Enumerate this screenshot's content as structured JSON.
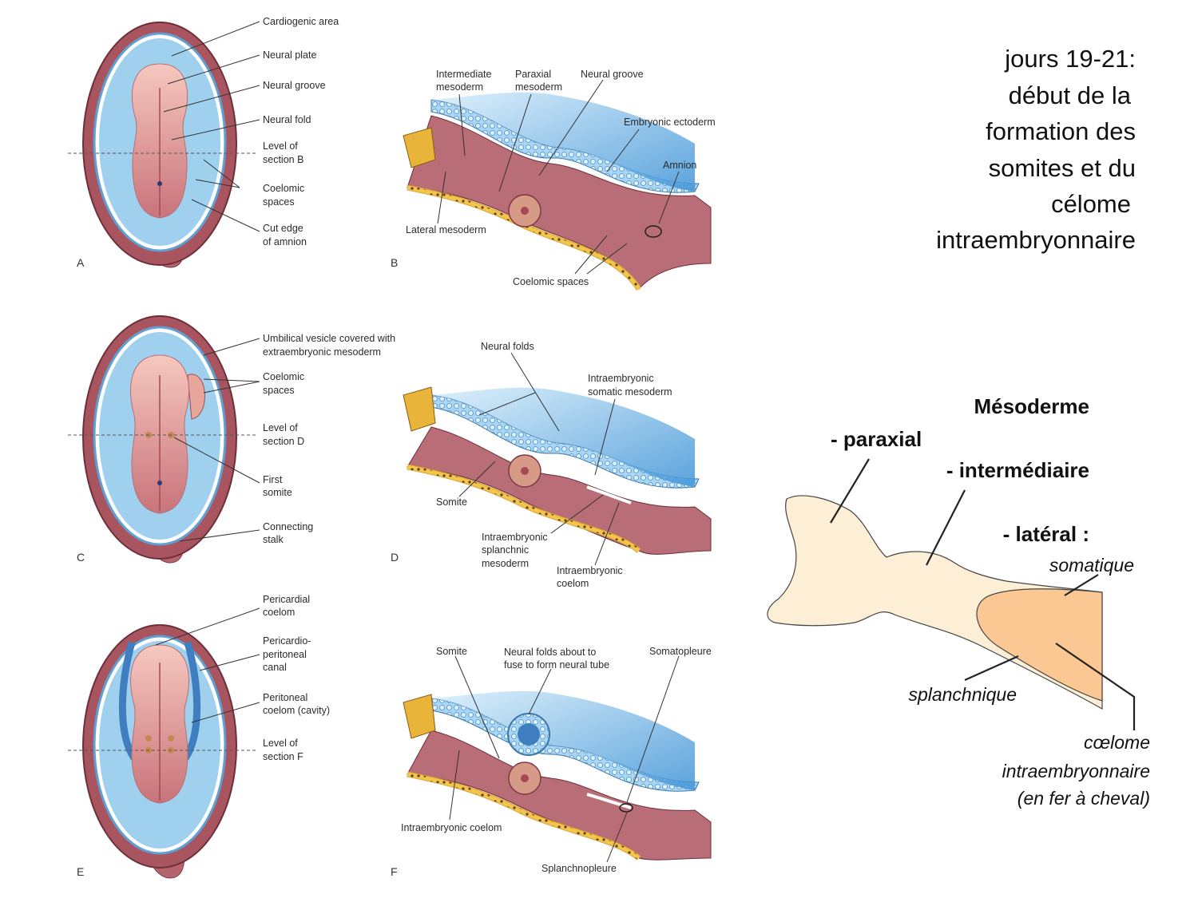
{
  "title_lines": [
    "jours 19-21:",
    "début de la",
    "formation des",
    "somites et du",
    "célome",
    "intraembryonnaire"
  ],
  "panels": {
    "A": {
      "letter": "A",
      "labels": [
        "Cardiogenic area",
        "Neural plate",
        "Neural groove",
        "Neural fold",
        "Level of",
        "section B",
        "Coelomic",
        "spaces",
        "Cut edge",
        "of amnion"
      ]
    },
    "B": {
      "letter": "B",
      "labels": [
        "Intermediate",
        "mesoderm",
        "Paraxial",
        "mesoderm",
        "Neural groove",
        "Embryonic ectoderm",
        "Amnion",
        "Lateral mesoderm",
        "Coelomic spaces"
      ]
    },
    "C": {
      "letter": "C",
      "labels": [
        "Umbilical vesicle covered with",
        "extraembryonic mesoderm",
        "Coelomic",
        "spaces",
        "Level of",
        "section D",
        "First",
        "somite",
        "Connecting",
        "stalk"
      ]
    },
    "D": {
      "letter": "D",
      "labels": [
        "Neural folds",
        "Intraembryonic",
        "somatic mesoderm",
        "Somite",
        "Intraembryonic",
        "splanchnic",
        "mesoderm",
        "Intraembryonic",
        "coelom"
      ]
    },
    "E": {
      "letter": "E",
      "labels": [
        "Pericardial",
        "coelom",
        "Pericardio-",
        "peritoneal",
        "canal",
        "Peritoneal",
        "coelom (cavity)",
        "Level of",
        "section F"
      ]
    },
    "F": {
      "letter": "F",
      "labels": [
        "Somite",
        "Neural folds about to",
        "fuse to form neural tube",
        "Somatopleure",
        "Intraembryonic coelom",
        "Splanchnopleure"
      ]
    }
  },
  "mesoderm_diagram": {
    "heading": "Mésoderme",
    "paraxial": "- paraxial",
    "intermediaire": "- intermédiaire",
    "lateral": "- latéral :",
    "somatique": "somatique",
    "splanchnique": "splanchnique",
    "coelome_lines": [
      "cœlome",
      "intraembryonnaire",
      "(en fer à cheval)"
    ]
  },
  "colors": {
    "embryo_outer": "#a8555f",
    "embryo_blue": "#9fd0ee",
    "embryo_plate": "#f2b9b0",
    "ectoderm_blue": "#5aa6dc",
    "endoderm_yellow": "#e8b53a",
    "mesoderm_tissue": "#b96d76",
    "meso_light": "#fcefd6",
    "coelom_orange": "#fbc792"
  }
}
